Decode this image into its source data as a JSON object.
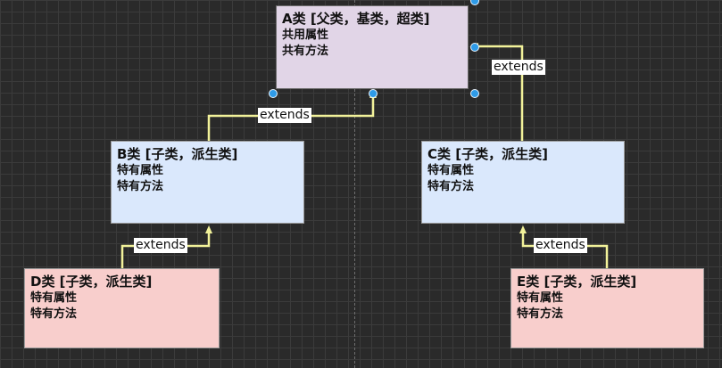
{
  "colors": {
    "parent_fill": "#e1d5e7",
    "child_fill": "#dae8fc",
    "grandchild_fill": "#f8cecc",
    "edge": "#f2f29a",
    "handle": "#2e9be8"
  },
  "boxes": {
    "a": {
      "title": "A类 [父类，基类，超类]",
      "line1": "共用属性",
      "line2": "共有方法"
    },
    "b": {
      "title": "B类 [子类，派生类]",
      "line1": "特有属性",
      "line2": "特有方法"
    },
    "c": {
      "title": "C类 [子类，派生类]",
      "line1": "特有属性",
      "line2": "特有方法"
    },
    "d": {
      "title": "D类 [子类，派生类]",
      "line1": "特有属性",
      "line2": "特有方法"
    },
    "e": {
      "title": "E类 [子类，派生类]",
      "line1": "特有属性",
      "line2": "特有方法"
    }
  },
  "edges": {
    "b_to_a": "extends",
    "c_to_a": "extends",
    "d_to_b": "extends",
    "e_to_c": "extends"
  }
}
